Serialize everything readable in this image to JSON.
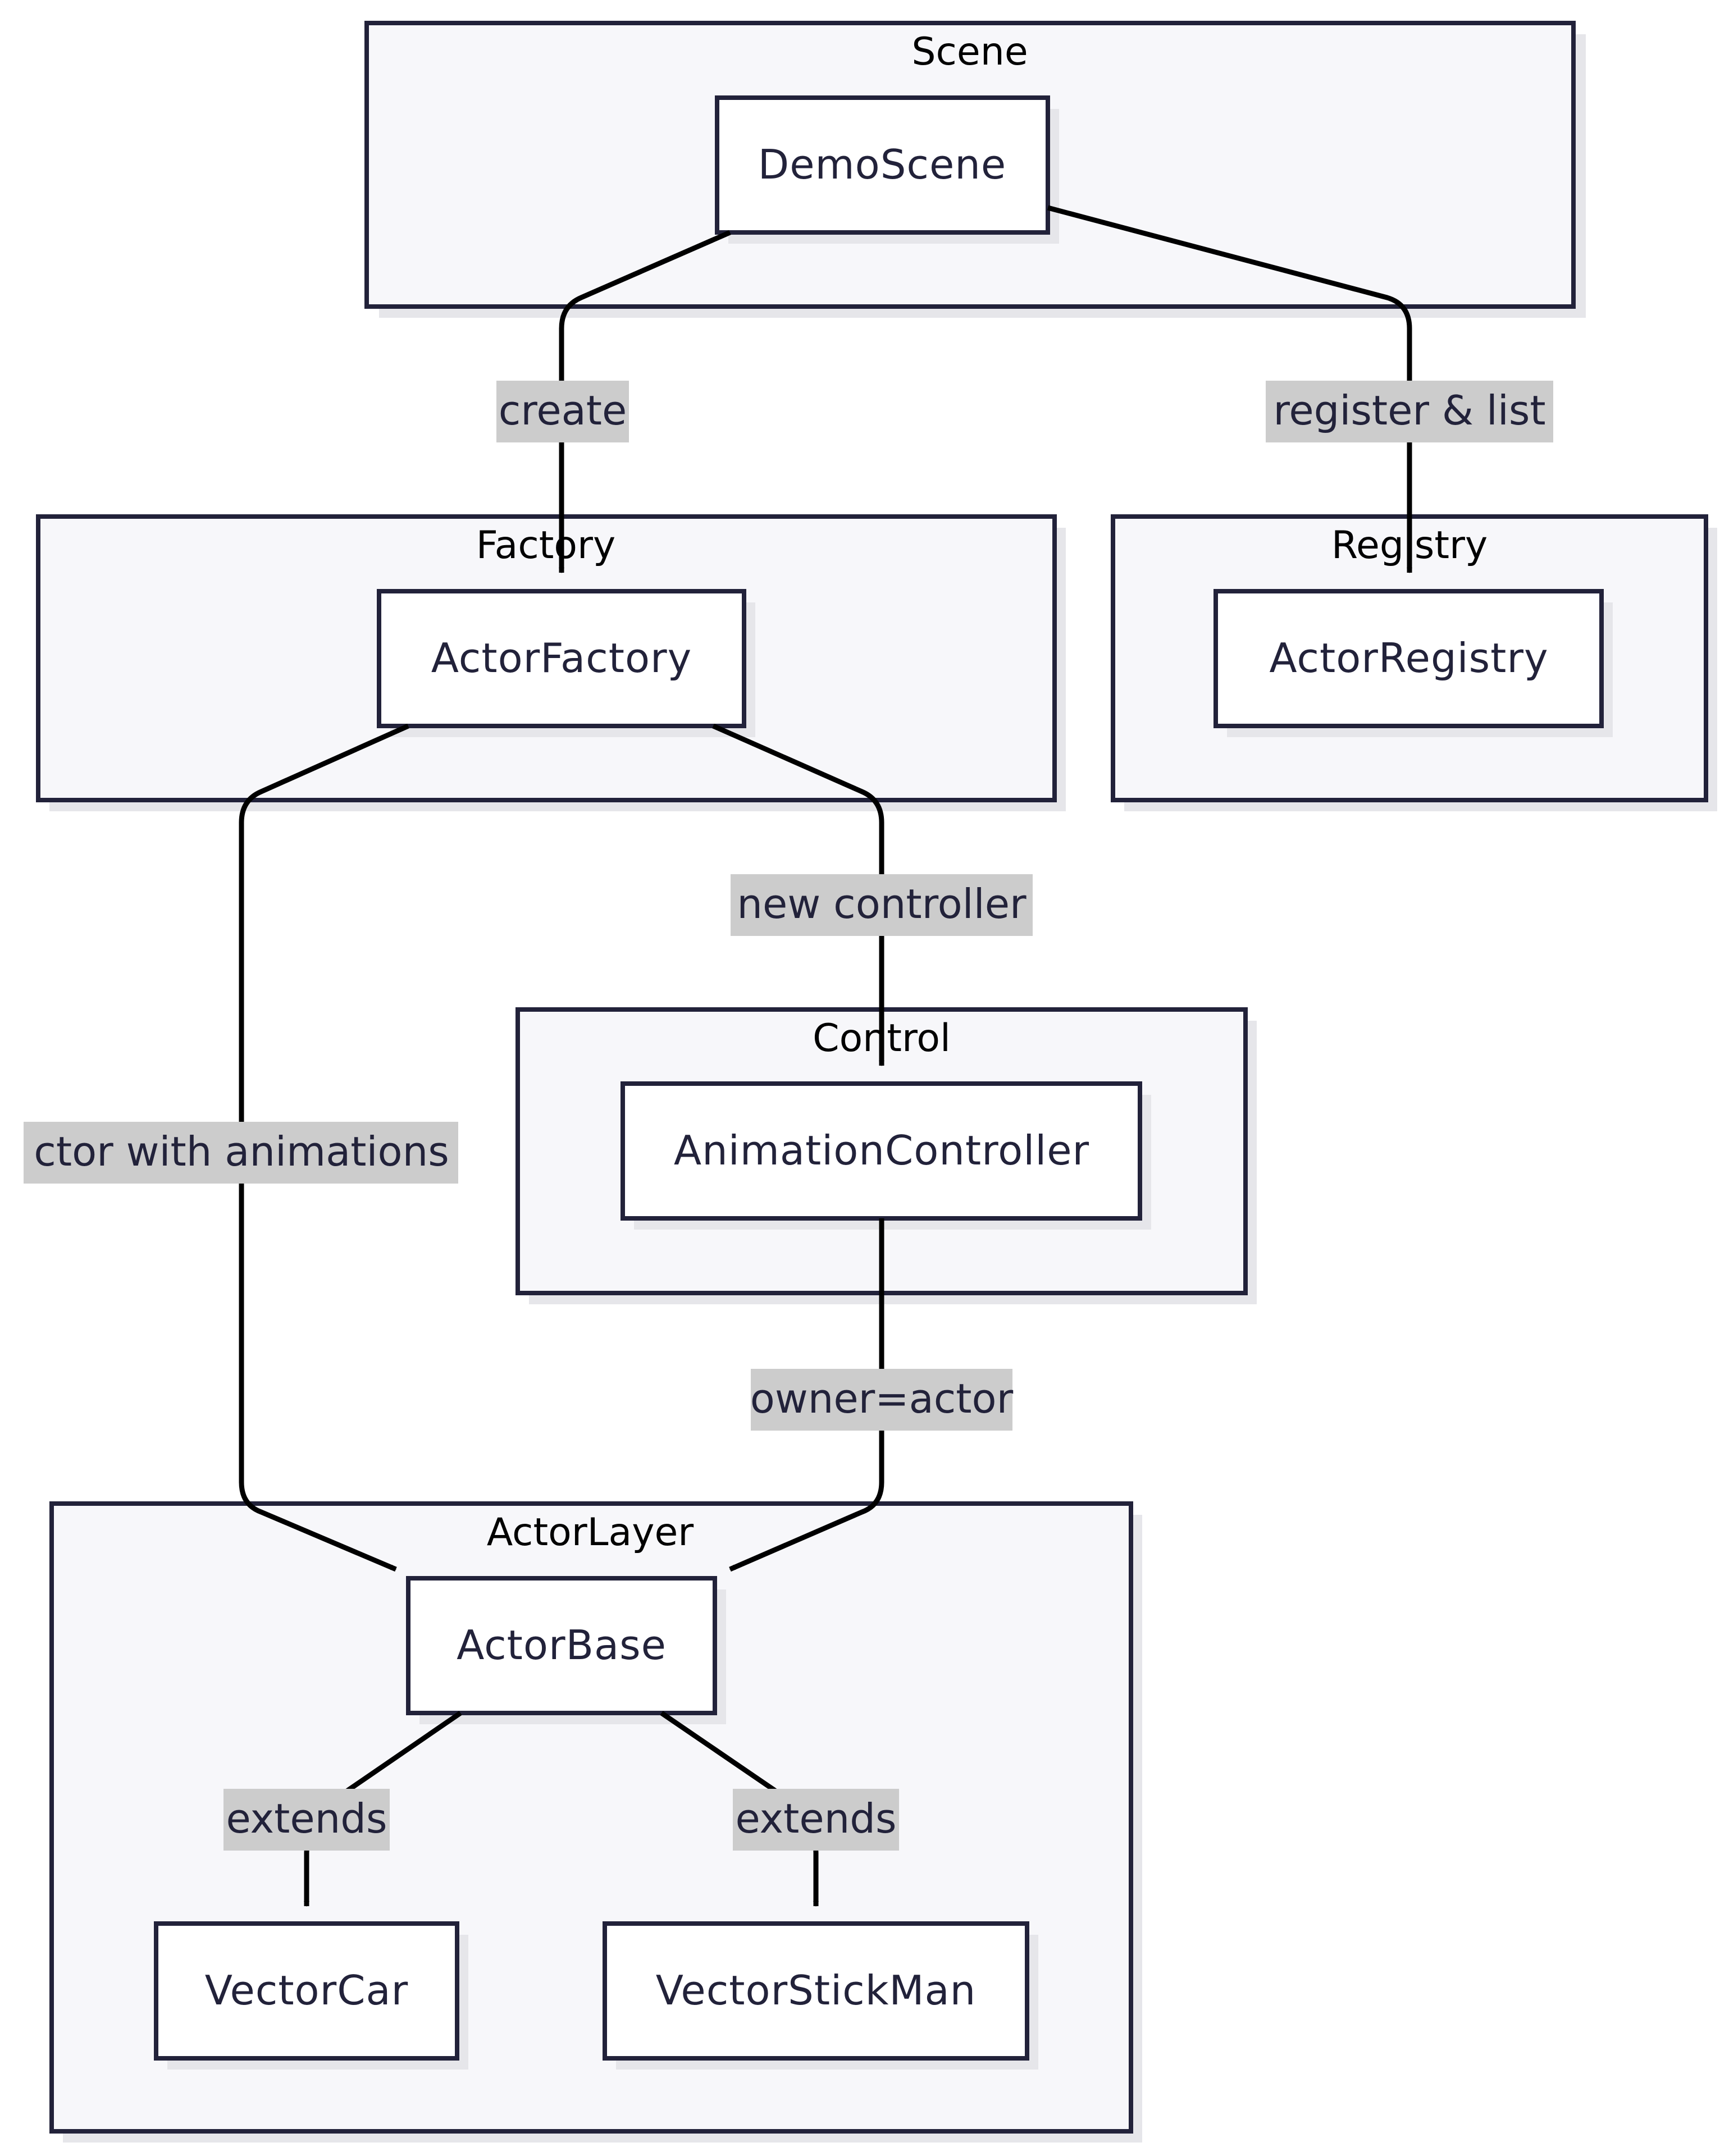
{
  "clusters": [
    {
      "id": "scene",
      "title": "Scene"
    },
    {
      "id": "factory",
      "title": "Factory"
    },
    {
      "id": "registry",
      "title": "Registry"
    },
    {
      "id": "control",
      "title": "Control"
    },
    {
      "id": "actorlayer",
      "title": "ActorLayer"
    }
  ],
  "nodes": [
    {
      "id": "demoscene",
      "label": "DemoScene"
    },
    {
      "id": "actorfactory",
      "label": "ActorFactory"
    },
    {
      "id": "actorregistry",
      "label": "ActorRegistry"
    },
    {
      "id": "animationcontroller",
      "label": "AnimationController"
    },
    {
      "id": "actorbase",
      "label": "ActorBase"
    },
    {
      "id": "vectorcar",
      "label": "VectorCar"
    },
    {
      "id": "vectorstickman",
      "label": "VectorStickMan"
    }
  ],
  "edges": [
    {
      "id": "create",
      "from": "demoscene",
      "to": "actorfactory",
      "label": "create"
    },
    {
      "id": "register",
      "from": "demoscene",
      "to": "actorregistry",
      "label": "register & list"
    },
    {
      "id": "newcontroller",
      "from": "actorfactory",
      "to": "animationcontroller",
      "label": "new controller"
    },
    {
      "id": "withanim",
      "from": "actorfactory",
      "to": "actorbase",
      "label": "ctor with animations"
    },
    {
      "id": "owner",
      "from": "animationcontroller",
      "to": "actorbase",
      "label": "owner=actor"
    },
    {
      "id": "extendscar",
      "from": "actorbase",
      "to": "vectorcar",
      "label": "extends"
    },
    {
      "id": "extendsstick",
      "from": "actorbase",
      "to": "vectorstickman",
      "label": "extends"
    }
  ],
  "colors": {
    "cluster_fill": "#f7f7fa",
    "border": "#22223a",
    "edge": "#000000",
    "edge_label_bg": "#cccccc"
  }
}
